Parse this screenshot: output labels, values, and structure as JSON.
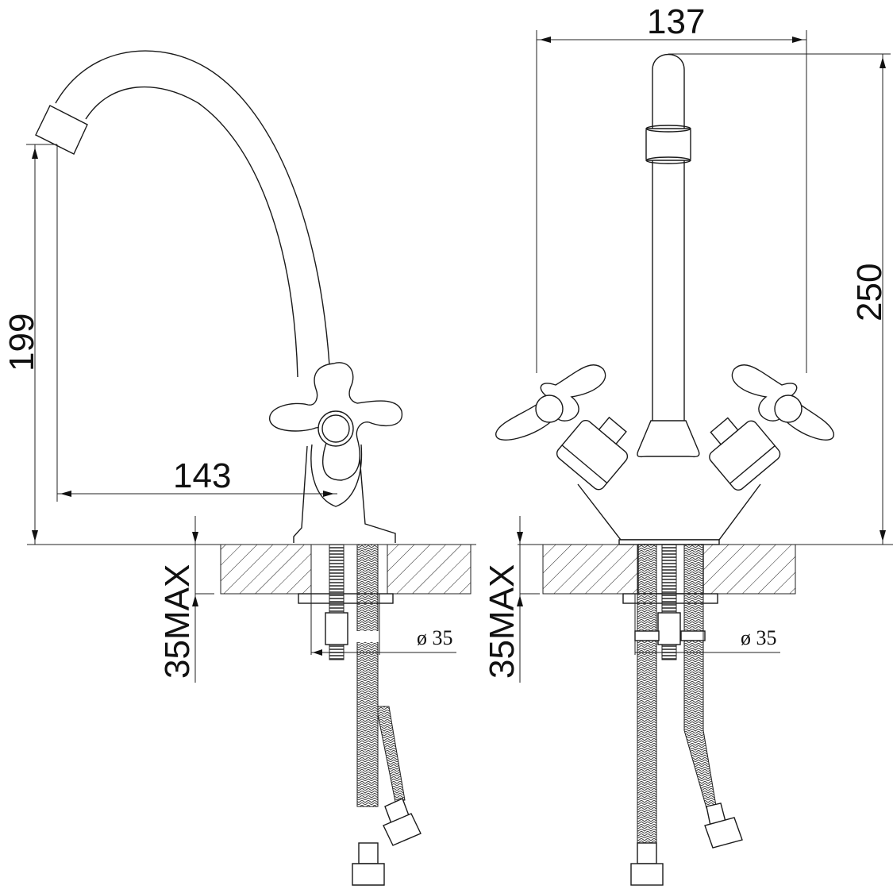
{
  "drawing": {
    "title": "Kitchen faucet dimensional drawing (side and front views)",
    "colors": {
      "line": "#1a1a1a",
      "background": "#ffffff"
    }
  },
  "side_view": {
    "dim_spout_height": "199",
    "dim_spout_reach": "143",
    "dim_countertop_max": "35MAX",
    "dim_hole_diameter": "ø 35"
  },
  "front_view": {
    "dim_width": "137",
    "dim_total_height": "250",
    "dim_countertop_max": "35MAX",
    "dim_hole_diameter": "ø 35"
  }
}
